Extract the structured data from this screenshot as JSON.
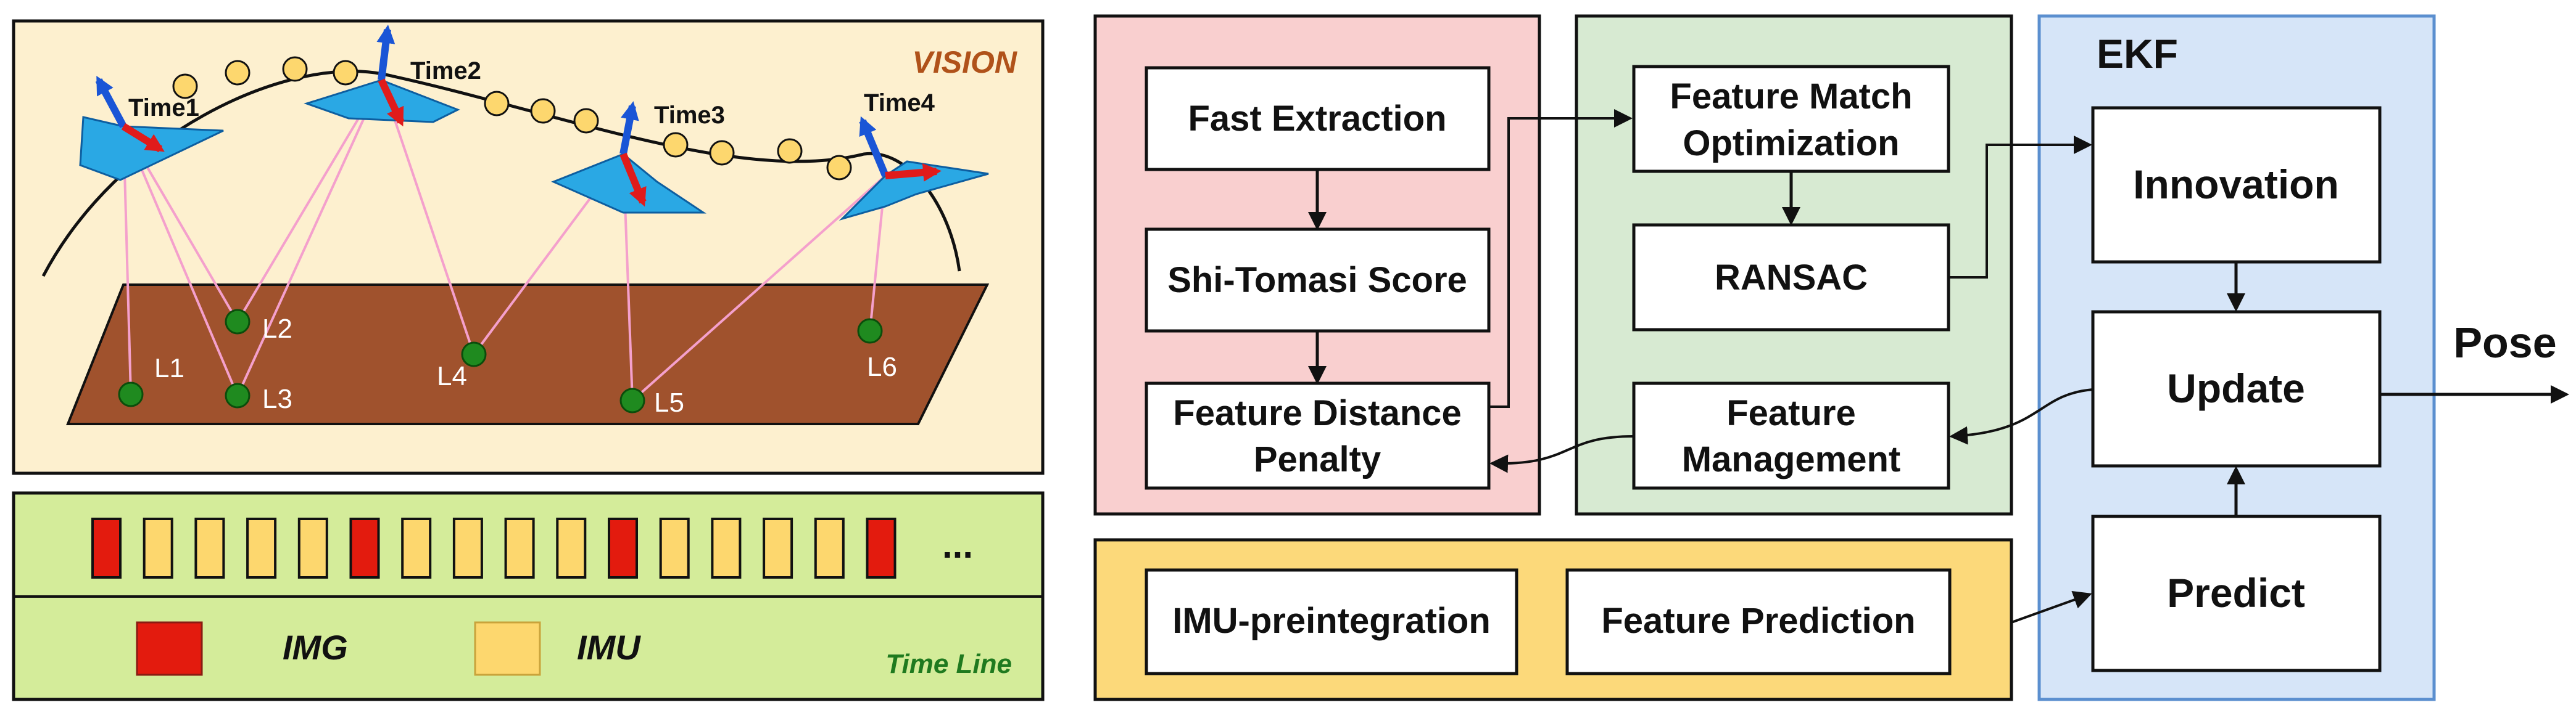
{
  "vision": {
    "title": "VISION",
    "times": [
      "Time1",
      "Time2",
      "Time3",
      "Time4"
    ],
    "landmarks": [
      "L1",
      "L2",
      "L3",
      "L4",
      "L5",
      "L6"
    ]
  },
  "timeline": {
    "title": "Time Line",
    "ellipsis": "...",
    "legend_img": "IMG",
    "legend_imu": "IMU",
    "sequence": [
      "IMG",
      "IMU",
      "IMU",
      "IMU",
      "IMU",
      "IMG",
      "IMU",
      "IMU",
      "IMU",
      "IMU",
      "IMG",
      "IMU",
      "IMU",
      "IMU",
      "IMU",
      "IMG"
    ]
  },
  "pipeline": {
    "fast_extraction": "Fast Extraction",
    "shi_tomasi": "Shi-Tomasi Score",
    "feature_distance_penalty": [
      "Feature Distance",
      "Penalty"
    ],
    "feature_match_optimization": [
      "Feature Match",
      "Optimization"
    ],
    "ransac": "RANSAC",
    "feature_management": [
      "Feature",
      "Management"
    ],
    "imu_preintegration": "IMU-preintegration",
    "feature_prediction": "Feature Prediction"
  },
  "ekf": {
    "title": "EKF",
    "innovation": "Innovation",
    "update": "Update",
    "predict": "Predict",
    "output": "Pose"
  },
  "colors": {
    "vision_bg": "#fdf0cf",
    "timeline_bg": "#d4ec9a",
    "feature_bg": "#f9cfcf",
    "match_bg": "#d7ead2",
    "ekf_bg": "#d6e5f8",
    "imu_bg": "#fcd97a",
    "ground": "#a0522d",
    "img_red": "#e31b0e",
    "imu_yellow": "#fdd76e",
    "vision_title": "#b0521a",
    "timeline_title": "#1f7a1f"
  }
}
